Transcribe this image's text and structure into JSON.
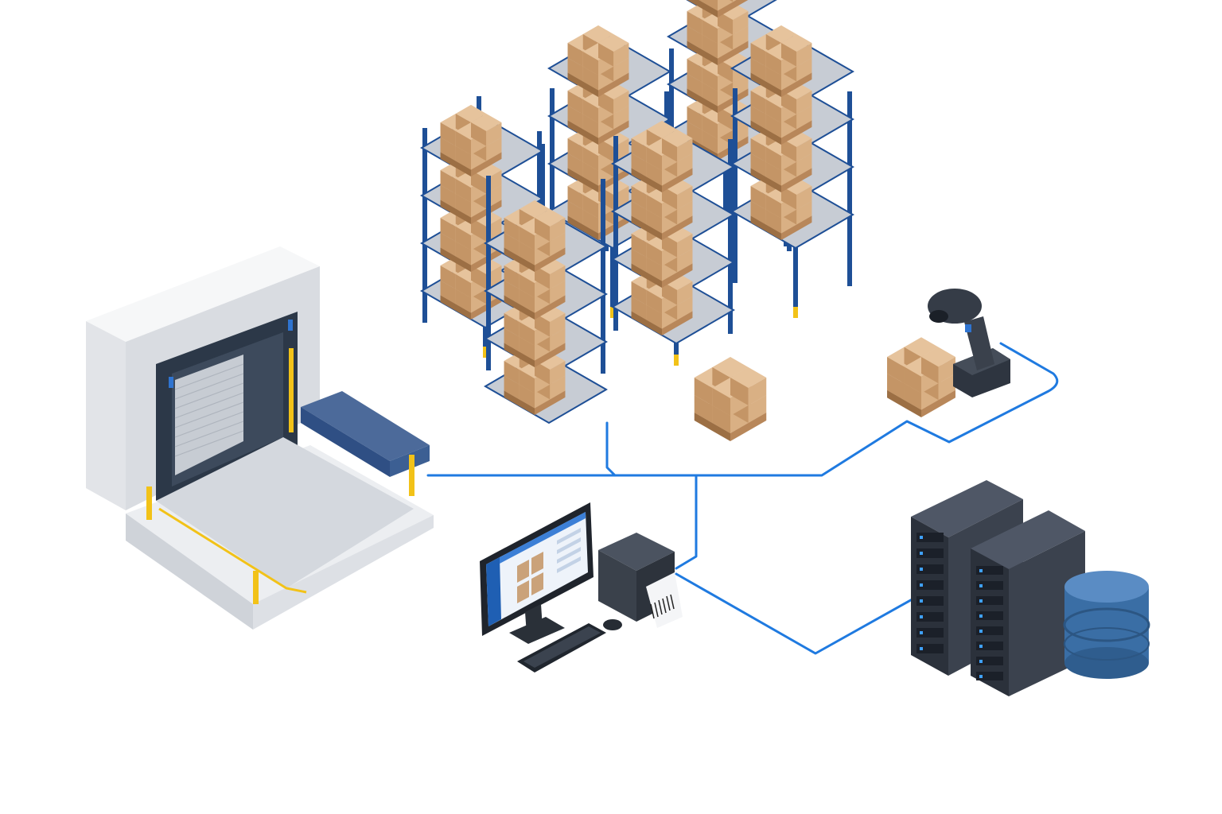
{
  "diagram": {
    "nodes": [
      {
        "id": "loading-dock",
        "icon": "loading-dock-icon"
      },
      {
        "id": "storage-racks",
        "icon": "pallet-rack-icon"
      },
      {
        "id": "loose-pallet",
        "icon": "pallet-icon"
      },
      {
        "id": "scanning-station",
        "icon": "barcode-scanner-icon"
      },
      {
        "id": "workstation",
        "icon": "desktop-computer-icon"
      },
      {
        "id": "label-printer",
        "icon": "label-printer-icon"
      },
      {
        "id": "server-database",
        "icon": "server-rack-icon"
      }
    ],
    "edges": [
      {
        "from": "loading-dock",
        "to": "network-hub"
      },
      {
        "from": "storage-racks",
        "to": "network-hub"
      },
      {
        "from": "network-hub",
        "to": "scanning-station"
      },
      {
        "from": "network-hub",
        "to": "label-printer"
      },
      {
        "from": "label-printer",
        "to": "server-database"
      }
    ],
    "colors": {
      "network_link": "#1f7ae0",
      "rack_frame": "#1e4f96",
      "box": "#d9b084",
      "pallet": "#b8875a",
      "dock_wall": "#e9ebee",
      "dock_door": "#2c3848",
      "safety_yellow": "#f2c218",
      "server": "#343b47",
      "database": "#3a6ea5"
    }
  }
}
